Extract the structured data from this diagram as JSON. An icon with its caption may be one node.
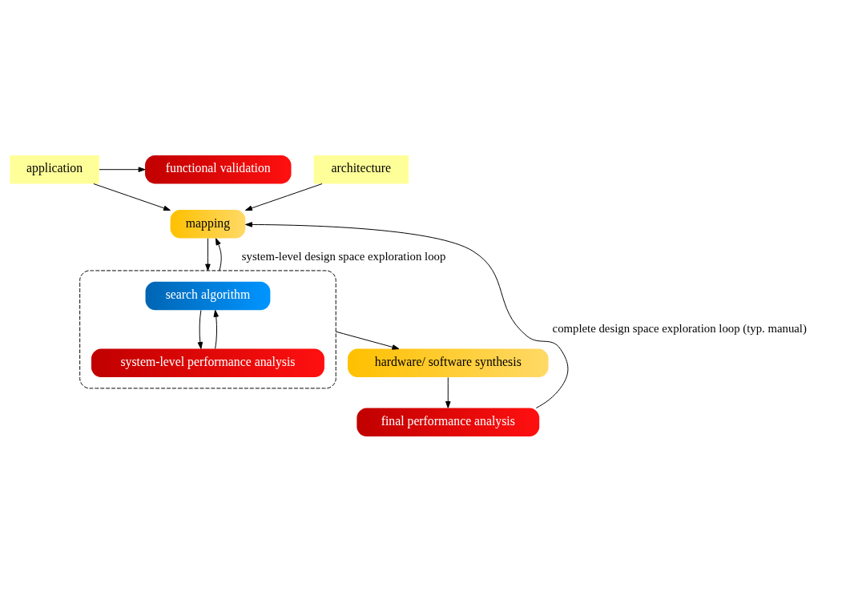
{
  "diagram": {
    "nodes": [
      {
        "text": [
          "functional validation"
        ]
      },
      {
        "text": [
          "application"
        ]
      },
      {
        "text": [
          "architecture"
        ]
      },
      {
        "text": [
          "mapping"
        ]
      },
      {
        "text": [],
        "shape": "box"
      },
      {
        "text": [
          "search algorithm"
        ],
        "in": 4
      },
      {
        "text": [
          "system-level performance analysis"
        ],
        "in": 4
      },
      {
        "text": [
          "hardware/ software synthesis"
        ]
      },
      {
        "text": [
          "final performance analysis"
        ]
      }
    ],
    "edges": [
      {
        "from": 1,
        "to": 0,
        "arrow": "to"
      },
      {
        "from": 1,
        "to": 3,
        "arrow": "to"
      },
      {
        "from": 2,
        "to": 3,
        "arrow": "to"
      },
      {
        "from": 3,
        "to": 4,
        "arrow": "to"
      },
      {
        "from": 5,
        "to": 6,
        "arrow": "to"
      },
      {
        "from": 6,
        "to": 5,
        "arrow": "to"
      },
      {
        "from": 4,
        "to": 7,
        "arrow": "to"
      },
      {
        "from": 7,
        "to": 8,
        "arrow": "to"
      },
      {
        "from": 4,
        "to": 3,
        "arrow": "to",
        "label": "system-level design space exploration loop"
      },
      {
        "from": 8,
        "to": 3,
        "arrow": "to",
        "label": "complete design space exploration loop (typ. manual)"
      }
    ]
  }
}
